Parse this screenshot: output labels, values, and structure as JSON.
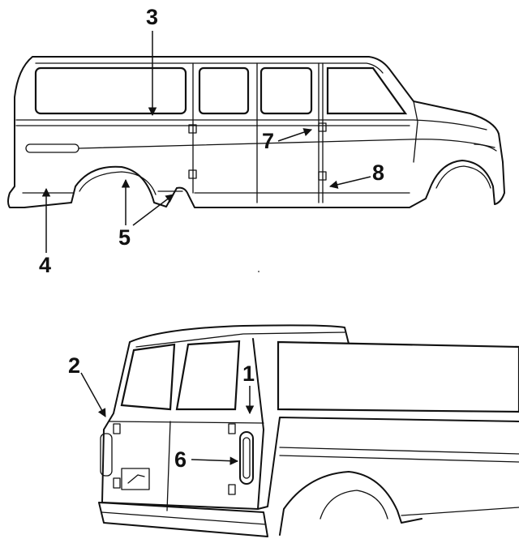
{
  "callouts": {
    "c1": "1",
    "c2": "2",
    "c3": "3",
    "c4": "4",
    "c5": "5",
    "c6": "6",
    "c7": "7",
    "c8": "8"
  },
  "colors": {
    "ink": "#111111",
    "background": "#ffffff"
  },
  "views": [
    "side-view-van",
    "rear-quarter-view-van"
  ]
}
